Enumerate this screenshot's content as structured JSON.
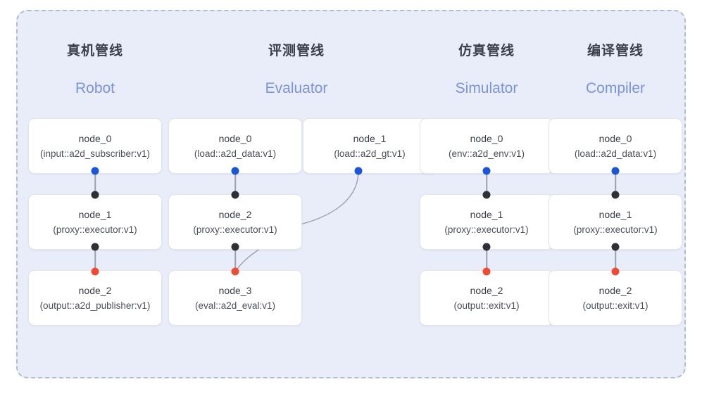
{
  "diagram": {
    "title_cn_columns": [
      "真机管线",
      "评测管线",
      "仿真管线",
      "编译管线"
    ],
    "colors": {
      "panel_bg": "#e9edf9",
      "panel_border": "#b3bcd0",
      "node_bg": "#ffffff",
      "node_border": "#e2e5ea",
      "dot_blue": "#1a56d6",
      "dot_black": "#2f3035",
      "dot_red": "#ef4b34",
      "edge": "#9aa0ad",
      "header_cn": "#3a3f4b",
      "header_en": "#7b93d8"
    },
    "columns": [
      {
        "cn": "真机管线",
        "en": "Robot",
        "nodes": [
          {
            "name": "node_0",
            "spec": "(input::a2d_subscriber:v1)"
          },
          {
            "name": "node_1",
            "spec": "(proxy::executor:v1)"
          },
          {
            "name": "node_2",
            "spec": "(output::a2d_publisher:v1)"
          }
        ]
      },
      {
        "cn": "评测管线",
        "en": "Evaluator",
        "nodes": [
          {
            "name": "node_0",
            "spec": "(load::a2d_data:v1)"
          },
          {
            "name": "node_2",
            "spec": "(proxy::executor:v1)"
          },
          {
            "name": "node_3",
            "spec": "(eval::a2d_eval:v1)"
          }
        ],
        "side_node": {
          "name": "node_1",
          "spec": "(load::a2d_gt:v1)"
        }
      },
      {
        "cn": "仿真管线",
        "en": "Simulator",
        "nodes": [
          {
            "name": "node_0",
            "spec": "(env::a2d_env:v1)"
          },
          {
            "name": "node_1",
            "spec": "(proxy::executor:v1)"
          },
          {
            "name": "node_2",
            "spec": "(output::exit:v1)"
          }
        ]
      },
      {
        "cn": "编译管线",
        "en": "Compiler",
        "nodes": [
          {
            "name": "node_0",
            "spec": "(load::a2d_data:v1)"
          },
          {
            "name": "node_1",
            "spec": "(proxy::executor:v1)"
          },
          {
            "name": "node_2",
            "spec": "(output::exit:v1)"
          }
        ]
      }
    ]
  }
}
